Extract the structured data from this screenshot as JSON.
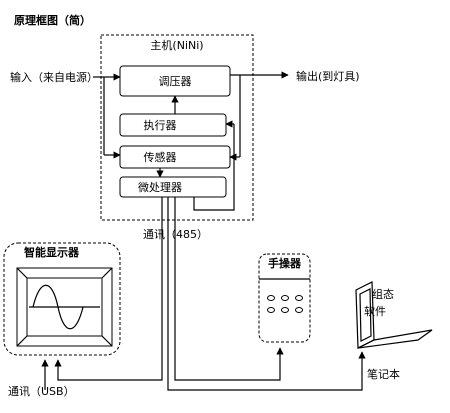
{
  "title": "原理框图（简）",
  "host": {
    "label": "主机(NiNi)",
    "blocks": {
      "regulator": "调压器",
      "actuator": "执行器",
      "sensor": "传感器",
      "mcu": "微处理器"
    }
  },
  "input_label": "输入（来自电源）",
  "output_label": "输出(到灯具)",
  "comm_485_label": "通讯（485）",
  "smart_display_label": "智能显示器",
  "handheld_label": "手操器",
  "software_label_line1": "组态",
  "software_label_line2": "软件",
  "laptop_label": "笔记本",
  "comm_usb_label": "通讯（USB）"
}
